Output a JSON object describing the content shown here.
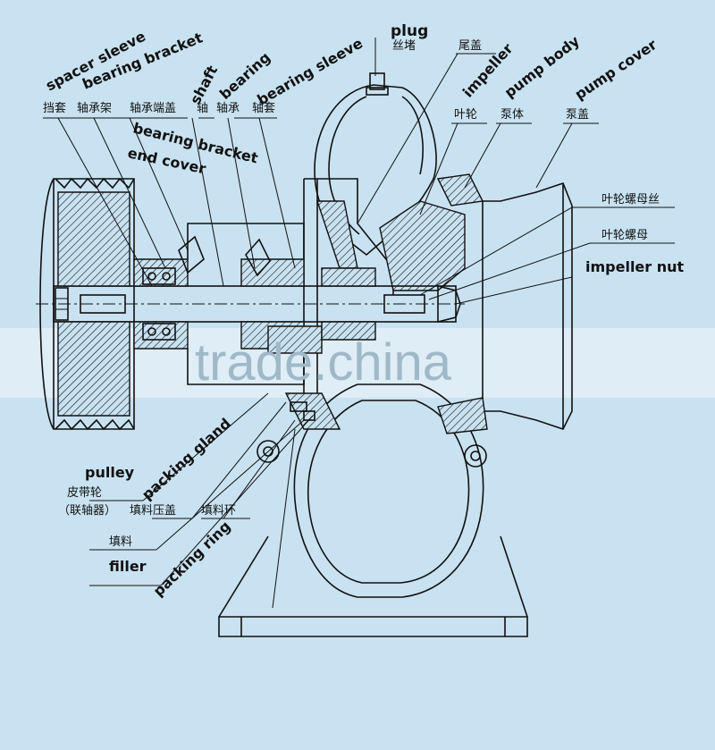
{
  "labels_en": {
    "spacer_sleeve": "spacer sleeve",
    "bearing_bracket": "bearing bracket",
    "shaft": "shaft",
    "bearing": "bearing",
    "bearing_sleeve": "bearing sleeve",
    "plug": "plug",
    "impeller": "impeller",
    "pump_body": "pump body",
    "pump_cover": "pump cover",
    "bearing_bracket_end_cover_1": "bearing bracket",
    "bearing_bracket_end_cover_2": "end cover",
    "impeller_nut": "impeller nut",
    "pulley": "pulley",
    "packing_gland": "packing gland",
    "packing_ring": "packing ring",
    "filler": "filler"
  },
  "labels_zh": {
    "dangtao": "挡套",
    "zhouchengjia": "轴承架",
    "zhouchengduangai": "轴承端盖",
    "zhou": "轴",
    "zhoucheng": "轴承",
    "zhoutao": "轴套",
    "sidu": "丝堵",
    "weigai": "尾盖",
    "yelun": "叶轮",
    "bengti": "泵体",
    "benggai": "泵盖",
    "yelun_luomu_si": "叶轮螺母丝",
    "yelun_luomu": "叶轮螺母",
    "pidailun": "皮带轮",
    "lianzhouqi": "（联轴器）",
    "tianliao_yagai": "填料压盖",
    "tianliao_huan": "填料环",
    "tianliao": "填料"
  },
  "watermark": "trade.china",
  "colors": {
    "background": "#c9e2f1",
    "ink": "#111111",
    "watermark_band": "#e4f0f7"
  }
}
